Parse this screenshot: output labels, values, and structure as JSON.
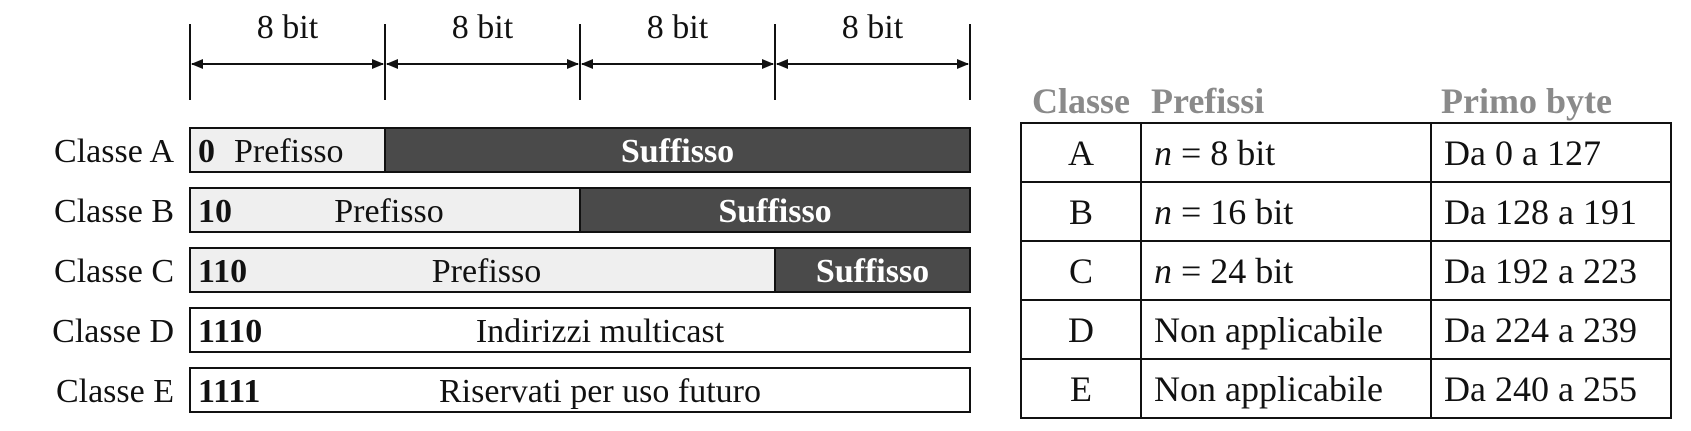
{
  "diagram": {
    "bit_labels": [
      "8 bit",
      "8 bit",
      "8 bit",
      "8 bit"
    ],
    "rows": [
      {
        "class_label": "Classe A",
        "bits": "0",
        "prefix_text": "Prefisso",
        "suffix_text": "Suffisso",
        "prefix_octets": 1
      },
      {
        "class_label": "Classe B",
        "bits": "10",
        "prefix_text": "Prefisso",
        "suffix_text": "Suffisso",
        "prefix_octets": 2
      },
      {
        "class_label": "Classe C",
        "bits": "110",
        "prefix_text": "Prefisso",
        "suffix_text": "Suffisso",
        "prefix_octets": 3
      },
      {
        "class_label": "Classe D",
        "bits": "1110",
        "body_text": "Indirizzi multicast"
      },
      {
        "class_label": "Classe E",
        "bits": "1111",
        "body_text": "Riservati per uso futuro"
      }
    ],
    "colors": {
      "suffix_fill": "#4a4a4a",
      "prefix_fill": "#efefef",
      "border": "#111111",
      "suffix_text": "#ffffff"
    }
  },
  "table": {
    "headers": {
      "classe": "Classe",
      "prefissi": "Prefissi",
      "primo_byte": "Primo byte"
    },
    "rows": [
      {
        "classe": "A",
        "n_var": "n",
        "prefix_rest": " = 8 bit",
        "primo_byte": "Da 0 a 127"
      },
      {
        "classe": "B",
        "n_var": "n",
        "prefix_rest": " = 16 bit",
        "primo_byte": "Da 128 a 191"
      },
      {
        "classe": "C",
        "n_var": "n",
        "prefix_rest": " = 24 bit",
        "primo_byte": "Da 192 a 223"
      },
      {
        "classe": "D",
        "n_var": "",
        "prefix_rest": "Non applicabile",
        "primo_byte": "Da 224 a 239"
      },
      {
        "classe": "E",
        "n_var": "",
        "prefix_rest": "Non applicabile",
        "primo_byte": "Da 240 a 255"
      }
    ],
    "header_color": "#8a8a8a"
  }
}
